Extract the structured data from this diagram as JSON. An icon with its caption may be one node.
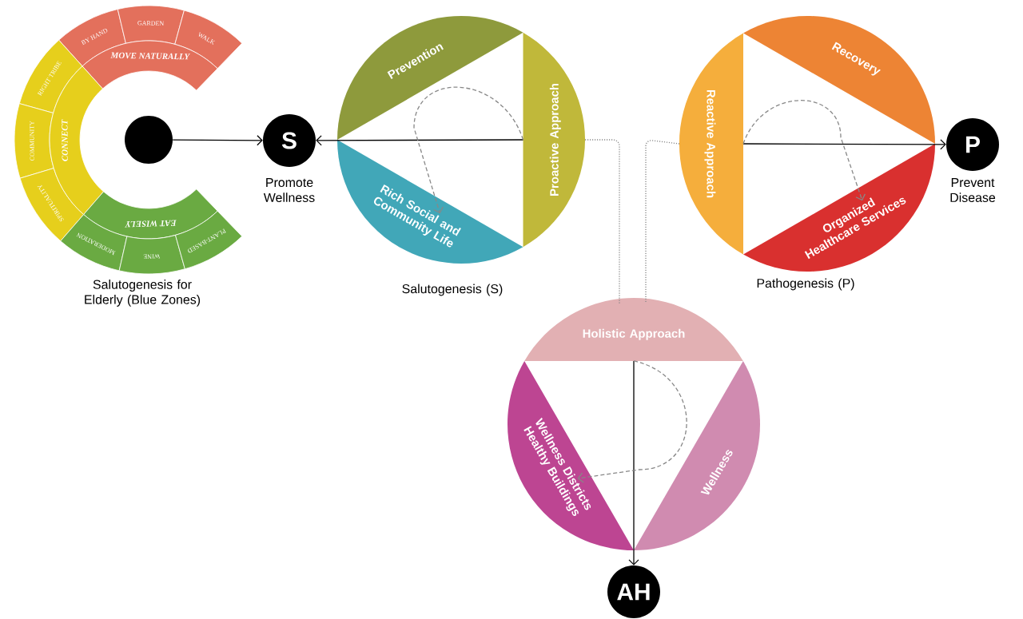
{
  "diagram": {
    "nodes": [
      {
        "text": [
          "BY HAND"
        ]
      },
      {
        "text": [
          "GARDEN"
        ]
      },
      {
        "text": [
          "WALK"
        ]
      },
      {
        "text": [
          "MOVE NATURALLY"
        ]
      },
      {
        "text": [
          "RIGHT TRIBE"
        ]
      },
      {
        "text": [
          "COMMUNITY"
        ]
      },
      {
        "text": [
          "SPIRITUALITY"
        ]
      },
      {
        "text": [
          "CONNECT"
        ]
      },
      {
        "text": [
          "EAT WISELY"
        ]
      },
      {
        "text": [
          "MODERATION"
        ]
      },
      {
        "text": [
          "WINE"
        ]
      },
      {
        "text": [
          "PLANT-BASED"
        ]
      },
      {
        "text": [],
        "shape": "circle"
      },
      {
        "text": [
          "S"
        ],
        "beside": [
          "Promote Wellness"
        ]
      },
      {
        "text": [
          "Prevention"
        ]
      },
      {
        "text": [
          "Proactive Approach"
        ]
      },
      {
        "text": [
          "Rich Social and Community Life"
        ]
      },
      {
        "text": [
          "Reactive Approach"
        ]
      },
      {
        "text": [
          "Recovery"
        ]
      },
      {
        "text": [
          "Organized Healthcare Services"
        ]
      },
      {
        "text": [
          "P"
        ],
        "beside": [
          "Prevent Disease"
        ]
      },
      {
        "text": [
          "Holistic Approach"
        ]
      },
      {
        "text": [
          "Wellness Districts Healthy Buildings"
        ]
      },
      {
        "text": [
          "Wellness"
        ]
      },
      {
        "text": [
          "AH"
        ]
      }
    ],
    "edges": [
      {
        "from": 12,
        "to": 13,
        "arrow": "to",
        "color": "#000000"
      },
      {
        "from": 15,
        "to": 13,
        "arrow": "to",
        "color": "#000000"
      },
      {
        "from": 15,
        "to": 16,
        "arrow": "to",
        "style": "dashed"
      },
      {
        "from": 17,
        "to": 20,
        "arrow": "to",
        "color": "#000000"
      },
      {
        "from": 17,
        "to": 19,
        "arrow": "to",
        "style": "dashed"
      },
      {
        "from": 21,
        "to": 24,
        "arrow": "to",
        "color": "#000000"
      },
      {
        "from": 21,
        "to": 22,
        "arrow": "to",
        "style": "dashed"
      },
      {
        "from": 15,
        "to": 21,
        "arrow": "none",
        "style": "dashed"
      },
      {
        "from": 17,
        "to": 21,
        "arrow": "none",
        "style": "dashed"
      }
    ],
    "labels": [
      "Salutogenesis for Elderly (Blue Zones)",
      "Salutogenesis (S)",
      "Pathogenesis (P)"
    ]
  }
}
